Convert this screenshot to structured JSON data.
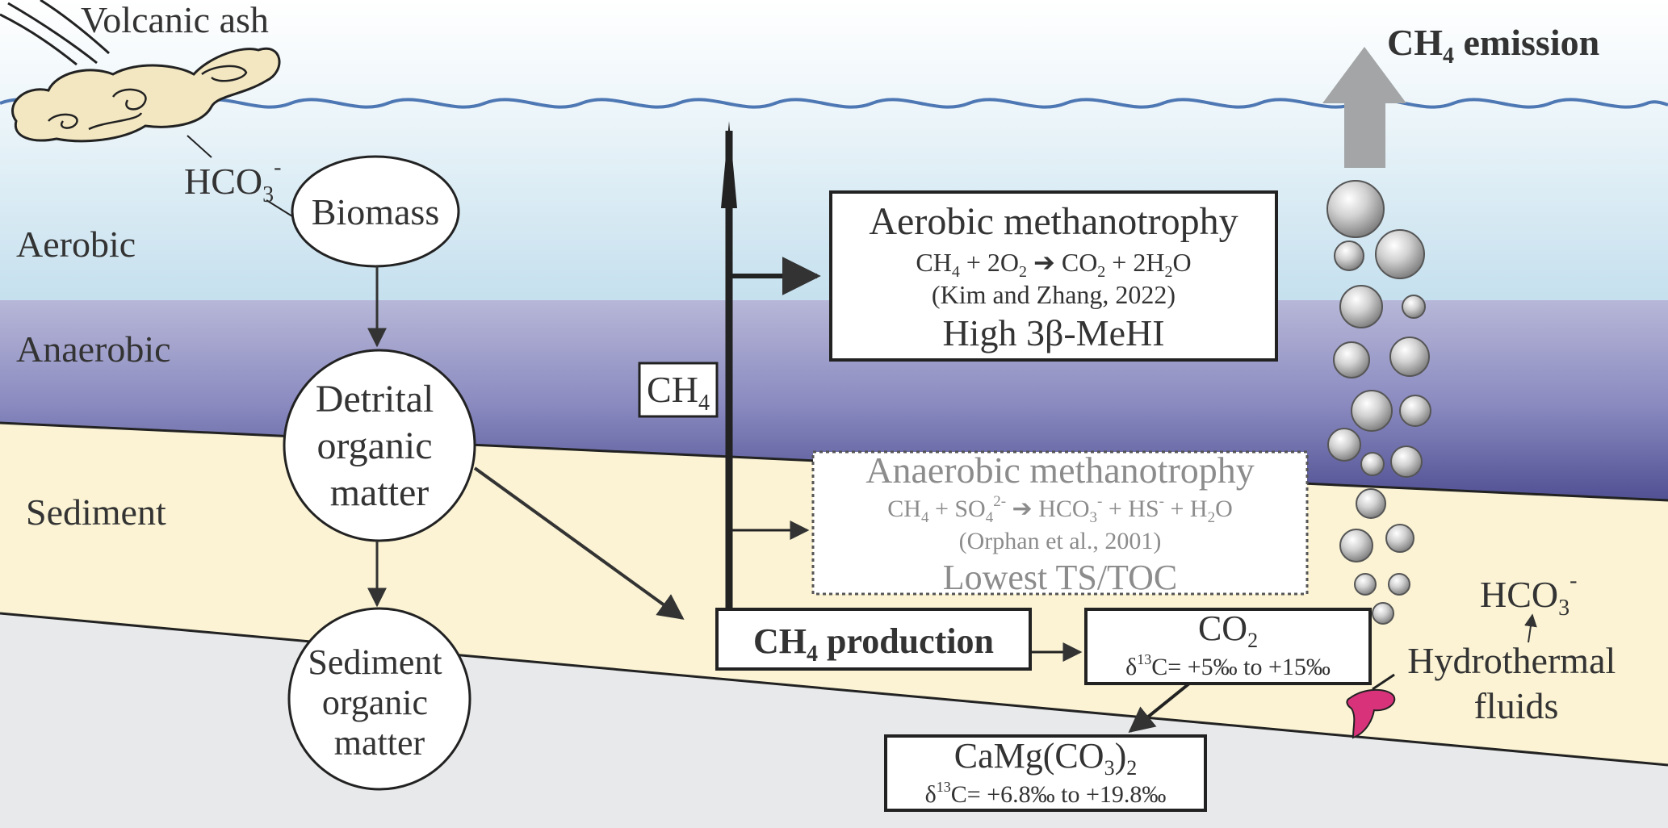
{
  "zones": {
    "aerobic": "Aerobic",
    "anaerobic": "Anaerobic",
    "sediment": "Sediment"
  },
  "volcanic_ash": "Volcanic ash",
  "hco3_ash": {
    "main": "HCO",
    "sub": "3",
    "sup": "-"
  },
  "nodes": {
    "biomass": "Biomass",
    "detrital": [
      "Detrital",
      "organic",
      "matter"
    ],
    "sediment_om": [
      "Sediment",
      "organic",
      "matter"
    ]
  },
  "ch4_label": {
    "main": "CH",
    "sub": "4"
  },
  "aerobic_box": {
    "title": "Aerobic methanotrophy",
    "equation": {
      "t1": "CH",
      "s1": "4",
      "t2": " + 2O",
      "s2": "2",
      "arrow": " ➔ ",
      "t3": "CO",
      "s3": "2",
      "t4": " + 2H",
      "s4": "2",
      "t5": "O"
    },
    "citation": "(Kim and Zhang, 2022)",
    "indicator": "High 3β-MeHI"
  },
  "anaerobic_box": {
    "title": "Anaerobic methanotrophy",
    "equation": {
      "t1": "CH",
      "s1": "4",
      "t2": " + SO",
      "s2": "4",
      "p2": "2-",
      "arrow": " ➔ ",
      "t3": "HCO",
      "s3": "3",
      "p3": "-",
      "t4": " + HS",
      "p4": "-",
      "t5": " + H",
      "s5": "2",
      "t6": "O"
    },
    "citation": "(Orphan et al., 2001)",
    "indicator": "Lowest TS/TOC"
  },
  "production": {
    "main": "CH",
    "sub": "4",
    "rest": " production"
  },
  "co2_box": {
    "formula": {
      "main": "CO",
      "sub": "2"
    },
    "delta": {
      "pre": "δ",
      "sup": "13",
      "post": "C= +5‰ to +15‰"
    }
  },
  "dolomite_box": {
    "formula": {
      "a": "CaMg(CO",
      "sub": "3",
      "b": ")",
      "sub2": "2"
    },
    "delta": {
      "pre": "δ",
      "sup": "13",
      "post": "C= +6.8‰ to +19.8‰"
    }
  },
  "emission": {
    "main": "CH",
    "sub": "4",
    "rest": " emission"
  },
  "hco3_hydro": {
    "main": "HCO",
    "sub": "3",
    "sup": "-"
  },
  "hydrothermal": [
    "Hydrothermal",
    "fluids"
  ],
  "colors": {
    "water_top": "#ffffff",
    "aerobic_band": "#c5e0ee",
    "anaerobic_top": "#b3b3d6",
    "anaerobic_bottom": "#4a4a8f",
    "sediment": "#fbf3d4",
    "bedrock": "#e8e9ea",
    "wave": "#4e78b4",
    "ash": "#f3e7c1",
    "vent": "#d8327a",
    "emission_arrow": "#a3a5a6",
    "text": "#333333",
    "faded_text": "#8c8c8c"
  }
}
